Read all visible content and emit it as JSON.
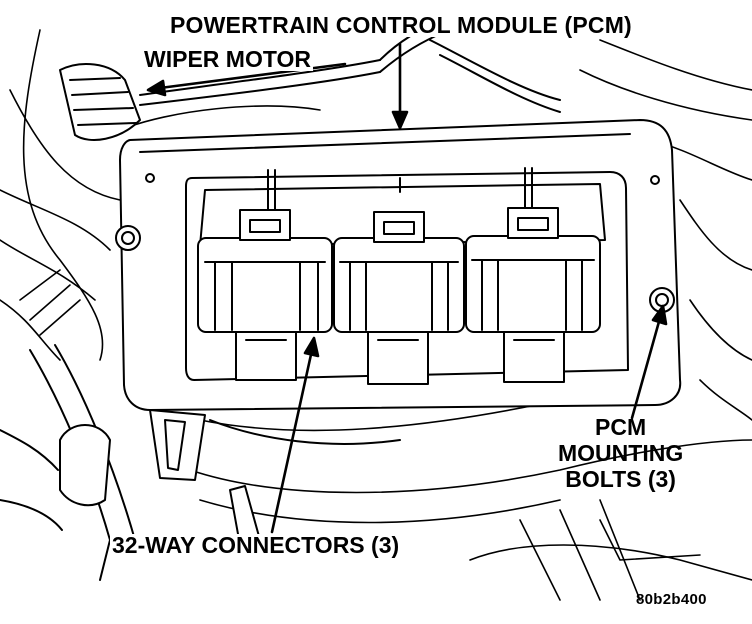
{
  "labels": {
    "pcm": "POWERTRAIN CONTROL MODULE (PCM)",
    "wiper_motor": "WIPER MOTOR",
    "mounting_bolts": [
      "PCM",
      "MOUNTING",
      "BOLTS (3)"
    ],
    "connectors": "32-WAY CONNECTORS (3)"
  },
  "figure_id": "80b2b400",
  "colors": {
    "ink": "#000000",
    "paper": "#ffffff"
  }
}
